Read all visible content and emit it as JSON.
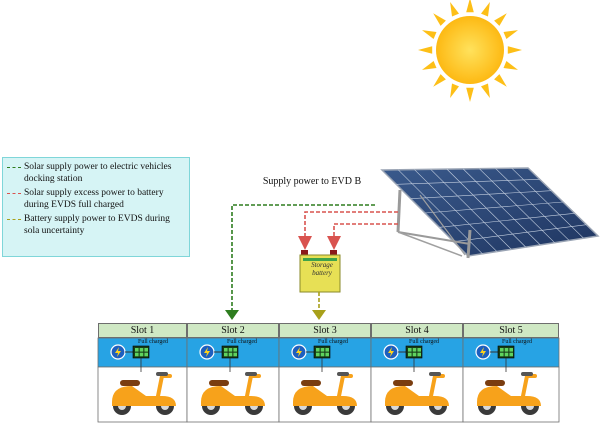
{
  "legend": {
    "items": [
      {
        "text": "Solar supply power to electric vehicles docking station",
        "color": "#2e7d1f"
      },
      {
        "text": "Solar supply excess power to battery during EVDS full charged",
        "color": "#d9534f"
      },
      {
        "text": "Battery supply power to EVDS during sola uncertainty",
        "color": "#a8a01a"
      }
    ]
  },
  "supply_label": "Supply power to EVD B",
  "battery_label": "Storage battery",
  "slots": [
    {
      "label": "Slot 1",
      "status": "Full charged"
    },
    {
      "label": "Slot 2",
      "status": "Full charged"
    },
    {
      "label": "Slot 3",
      "status": "Full charged"
    },
    {
      "label": "Slot 4",
      "status": "Full charged"
    },
    {
      "label": "Slot 5",
      "status": "Full charged"
    }
  ],
  "colors": {
    "sun": "#fdbf17",
    "solar_line": "#2e7d1f",
    "excess_line": "#d9534f",
    "battery_line": "#a8a01a",
    "slot_header": "#cfe8c4",
    "slot_panel": "#27a3e4",
    "scooter": "#f7a21b"
  },
  "icons": [
    "sun-icon",
    "solar-panel-icon",
    "storage-battery-icon",
    "lightning-icon",
    "battery-charged-icon",
    "scooter-icon"
  ]
}
